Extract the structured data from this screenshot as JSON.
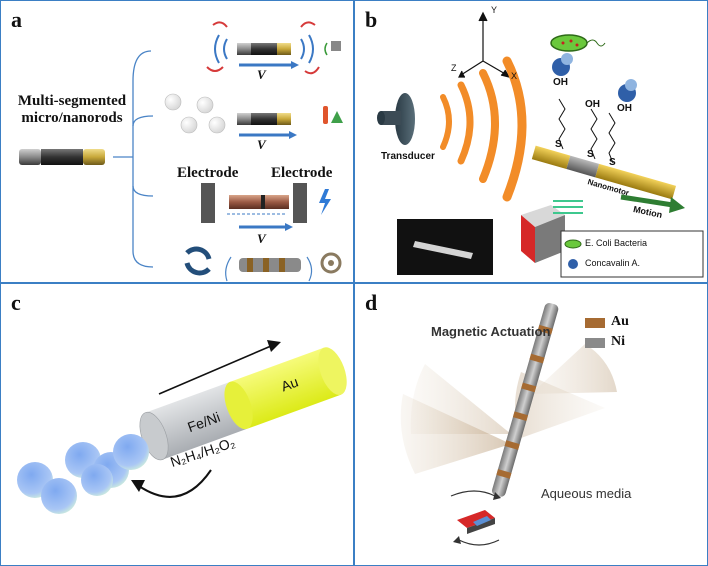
{
  "panels": {
    "a": {
      "letter": "a",
      "title_line1": "Multi-segmented",
      "title_line2": "micro/nanorods",
      "velocity": "V",
      "electrode_left": "Electrode",
      "electrode_right": "Electrode"
    },
    "b": {
      "letter": "b",
      "axis_y": "Y",
      "axis_x": "X",
      "axis_z": "Z",
      "transducer": "Transducer",
      "nanomotor": "Nanomotor",
      "motion": "Motion",
      "linker_s": "S",
      "linker_oh": "OH",
      "legend_bacteria": "E. Coli Bacteria",
      "legend_concanavalin": "Concavalin A."
    },
    "c": {
      "letter": "c",
      "segment_au": "Au",
      "segment_feni": "Fe/Ni",
      "fuel": "N₂H₄/H₂O₂"
    },
    "d": {
      "letter": "d",
      "title": "Magnetic Actuation",
      "legend_au": "Au",
      "legend_ni": "Ni",
      "medium": "Aqueous media"
    }
  },
  "colors": {
    "frame": "#3b7fc4",
    "gold": "#c8a83a",
    "nickel": "#555555",
    "orange": "#f28c28",
    "arrow_blue": "#3b78c4",
    "motion_green": "#2e7d32",
    "au_yellow": "#e8f028"
  }
}
